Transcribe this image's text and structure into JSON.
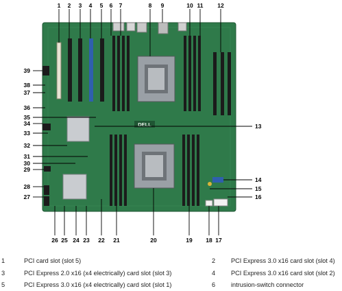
{
  "callouts": [
    {
      "n": "1"
    },
    {
      "n": "2"
    },
    {
      "n": "3"
    },
    {
      "n": "4"
    },
    {
      "n": "5"
    },
    {
      "n": "6"
    },
    {
      "n": "7"
    },
    {
      "n": "8"
    },
    {
      "n": "9"
    },
    {
      "n": "10"
    },
    {
      "n": "11"
    },
    {
      "n": "12"
    },
    {
      "n": "13"
    },
    {
      "n": "14"
    },
    {
      "n": "15"
    },
    {
      "n": "16"
    },
    {
      "n": "17"
    },
    {
      "n": "18"
    },
    {
      "n": "19"
    },
    {
      "n": "20"
    },
    {
      "n": "21"
    },
    {
      "n": "22"
    },
    {
      "n": "23"
    },
    {
      "n": "24"
    },
    {
      "n": "25"
    },
    {
      "n": "26"
    },
    {
      "n": "27"
    },
    {
      "n": "28"
    },
    {
      "n": "29"
    },
    {
      "n": "30"
    },
    {
      "n": "31"
    },
    {
      "n": "32"
    },
    {
      "n": "33"
    },
    {
      "n": "34"
    },
    {
      "n": "35"
    },
    {
      "n": "36"
    },
    {
      "n": "37"
    },
    {
      "n": "38"
    },
    {
      "n": "39"
    }
  ],
  "board": {
    "logo": "DELL"
  },
  "legend": [
    {
      "left": {
        "num": "1",
        "text": "PCI card slot (slot 5)"
      },
      "right": {
        "num": "2",
        "text": "PCI Express 3.0 x16 card slot (slot 4)"
      }
    },
    {
      "left": {
        "num": "3",
        "text": "PCI Express 2.0 x16 (x4 electrically) card slot (slot 3)"
      },
      "right": {
        "num": "4",
        "text": "PCI Express 3.0 x16 card slot (slot 2)"
      }
    },
    {
      "left": {
        "num": "5",
        "text": "PCI Express 3.0 x16 (x4 electrically) card slot (slot 1)"
      },
      "right": {
        "num": "6",
        "text": "intrusion-switch connector"
      }
    }
  ],
  "colors": {
    "pcb": "#2f7a4a",
    "slot": "#1b1b1b",
    "accent_slot": "#2f5fae",
    "socket": "#9aa0a6"
  }
}
